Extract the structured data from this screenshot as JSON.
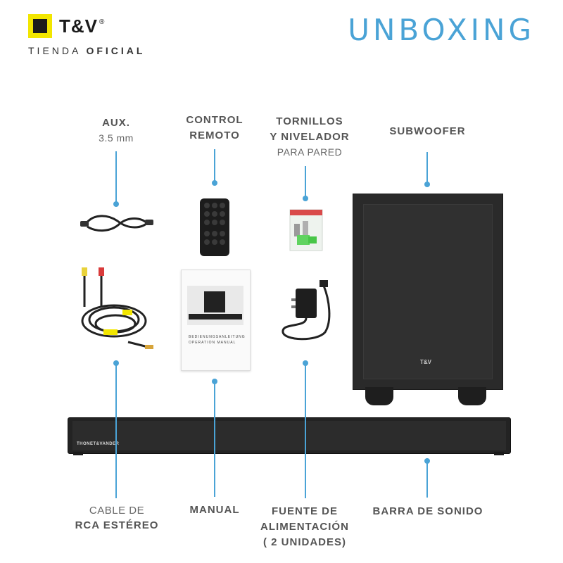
{
  "brand": {
    "logo_text": "T&V",
    "registered": "®",
    "store_word": "TIENDA",
    "store_emphasis": "OFICIAL",
    "logo_color": "#f2e600"
  },
  "heading": "UNBOXING",
  "accent_color": "#4aa3d6",
  "items": {
    "aux": {
      "title": "AUX.",
      "subtitle": "3.5 mm"
    },
    "remote": {
      "title_line1": "CONTROL",
      "title_line2": "REMOTO"
    },
    "screws": {
      "title_line1": "TORNILLOS",
      "title_line2": "Y NIVELADOR",
      "subtitle": "PARA PARED"
    },
    "subwoofer": {
      "title": "SUBWOOFER",
      "badge": "T&V"
    },
    "rca": {
      "line1": "CABLE DE",
      "line2": "RCA ESTÉREO"
    },
    "manual": {
      "title": "MANUAL",
      "doc_line1": "BEDIENUNGSANLEITUNG",
      "doc_line2": "OPERATION MANUAL"
    },
    "power": {
      "line1": "FUENTE DE",
      "line2": "ALIMENTACIÓN",
      "line3": "( 2 UNIDADES)"
    },
    "soundbar": {
      "title": "BARRA DE SONIDO",
      "brand_text": "THONET&VANDER"
    }
  }
}
